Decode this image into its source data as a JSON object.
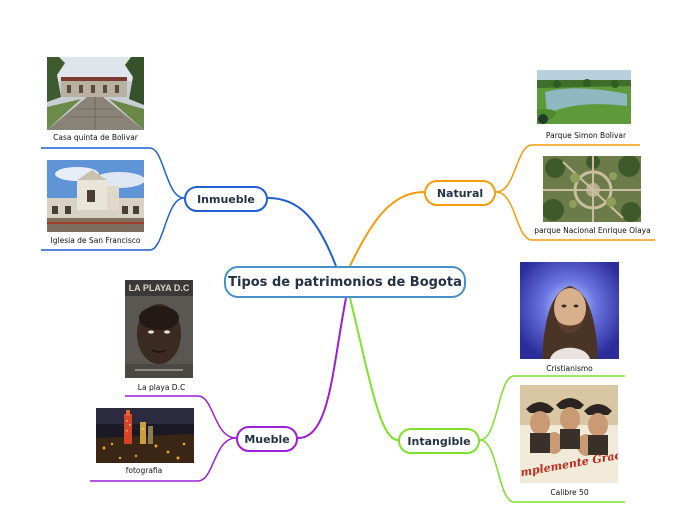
{
  "title": "Tipos de patrimonios de Bogota",
  "branches": {
    "inmueble": "Inmueble",
    "natural": "Natural",
    "mueble": "Mueble",
    "intangible": "Intangible"
  },
  "topics": {
    "casa_quinta": "Casa quinta de Bolivar",
    "iglesia": "Iglesia de San Francisco",
    "parque_simon": "Parque Simon Bolivar",
    "parque_olaya": "parque Nacional Enrique Olaya",
    "playa": "La playa D.C",
    "fotografia": "fotografia",
    "cristianismo": "Cristianismo",
    "calibre": "Calibre 50"
  },
  "image_text": {
    "poster_title": "LA PLAYA D.C",
    "album_title": "Simplemente Gracias"
  },
  "colors": {
    "central_border": "#4a90c8",
    "inmueble": "#1f5fd1",
    "natural": "#f59a0b",
    "mueble": "#9b1fd6",
    "intangible": "#7ee12c"
  }
}
